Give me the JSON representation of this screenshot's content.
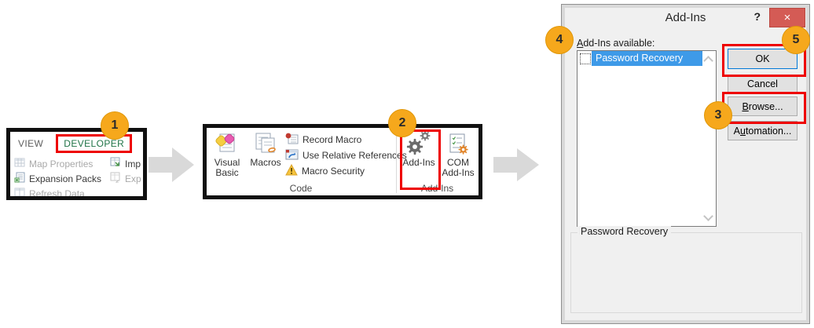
{
  "colors": {
    "highlight_red": "#EE0000",
    "badge_orange": "#F6A81C",
    "selection_blue": "#3E9AE8",
    "developer_green": "#217346",
    "close_button_red": "#D45B55",
    "arrow_gray": "#D9D9D9"
  },
  "badges": [
    {
      "label": "1"
    },
    {
      "label": "2"
    },
    {
      "label": "3"
    },
    {
      "label": "4"
    },
    {
      "label": "5"
    }
  ],
  "ribbon_tabs": {
    "view": "VIEW",
    "developer": "DEVELOPER"
  },
  "panel1": {
    "items": [
      {
        "label": "Map Properties",
        "disabled": true
      },
      {
        "label": "Expansion Packs",
        "disabled": false
      },
      {
        "label": "Refresh Data",
        "disabled": true,
        "clipped": true
      }
    ],
    "col2": [
      {
        "label": "Imp",
        "disabled": false,
        "clipped": true
      },
      {
        "label": "Exp",
        "disabled": true,
        "clipped": true
      }
    ]
  },
  "panel2": {
    "visual_basic": "Visual Basic",
    "macros": "Macros",
    "record_macro": "Record Macro",
    "use_relative_references": "Use Relative References",
    "macro_security": "Macro Security",
    "code_group": "Code",
    "add_ins": "Add-Ins",
    "com_add_ins": "COM Add-Ins",
    "add_ins_group": "Add-Ins"
  },
  "dialog": {
    "title": "Add-Ins",
    "help": "?",
    "close": "×",
    "available_label": {
      "accel": "A",
      "rest": "dd-Ins available:"
    },
    "list_items": [
      {
        "label": "Password Recovery",
        "checked": false,
        "selected": true
      }
    ],
    "buttons": {
      "ok": "OK",
      "cancel": "Cancel",
      "browse": {
        "accel": "B",
        "rest": "rowse..."
      },
      "automation": {
        "pre": "A",
        "accel": "u",
        "rest": "tomation..."
      }
    },
    "group_box_label": "Password Recovery"
  },
  "icons": {
    "panel1": [
      "map-properties-icon",
      "expansion-packs-icon",
      "refresh-data-icon",
      "import-icon",
      "export-icon"
    ],
    "panel2": [
      "visual-basic-icon",
      "macros-icon",
      "record-macro-icon",
      "relative-references-icon",
      "macro-security-warning-icon",
      "gears-icon",
      "com-addins-checklist-gear-icon"
    ],
    "dialog": [
      "help-icon",
      "close-icon",
      "checkbox",
      "scroll-up-icon",
      "scroll-down-icon"
    ]
  }
}
